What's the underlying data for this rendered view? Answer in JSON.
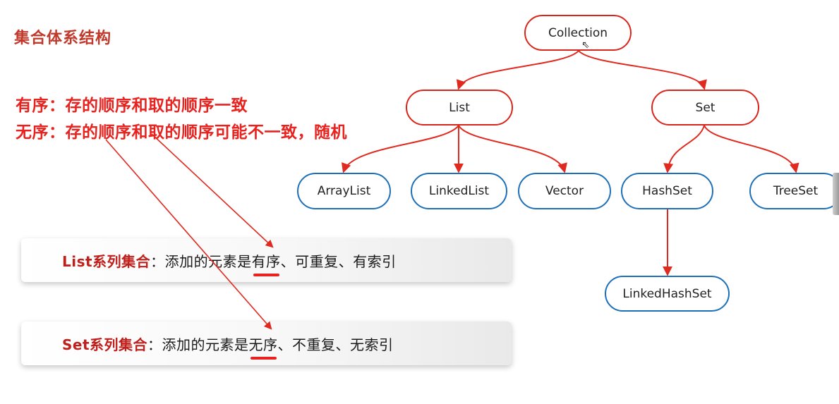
{
  "title": "集合体系结构",
  "definitions": {
    "ordered": "有序：存的顺序和取的顺序一致",
    "unordered": "无序：存的顺序和取的顺序可能不一致，随机"
  },
  "list_card": {
    "name": "List系列集合",
    "pre": "：添加的元素是",
    "key": "有序",
    "post": "、可重复、有索引"
  },
  "set_card": {
    "name": "Set系列集合",
    "pre": "：添加的元素是",
    "key": "无序",
    "post": "、不重复、无索引"
  },
  "nodes": {
    "collection": "Collection",
    "list": "List",
    "set": "Set",
    "arraylist": "ArrayList",
    "linkedlist": "LinkedList",
    "vector": "Vector",
    "hashset": "HashSet",
    "treeset": "TreeSet",
    "linkedhashset": "LinkedHashSet"
  },
  "colors": {
    "accent_red": "#e8231f",
    "interface_border": "#d8261c",
    "class_border": "#1d6fb8"
  }
}
